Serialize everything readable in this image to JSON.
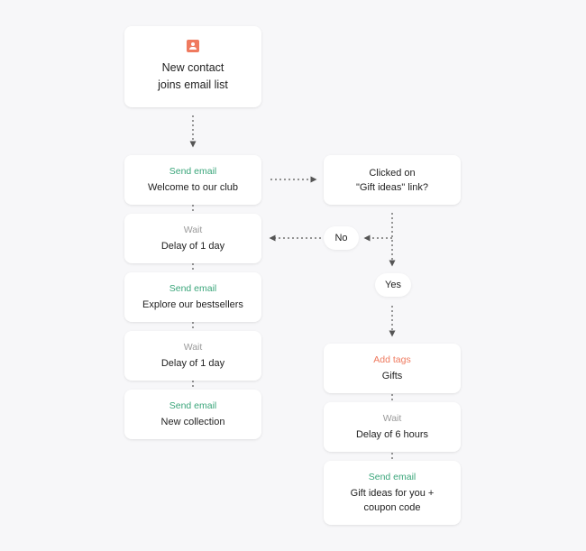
{
  "trigger": {
    "icon": "contact-card-icon",
    "line1": "New contact",
    "line2": "joins email list"
  },
  "left_flow": [
    {
      "type": "Send email",
      "title": "Welcome to our club",
      "kind": "send"
    },
    {
      "type": "Wait",
      "title": "Delay of 1 day",
      "kind": "wait"
    },
    {
      "type": "Send email",
      "title": "Explore our bestsellers",
      "kind": "send"
    },
    {
      "type": "Wait",
      "title": "Delay of 1 day",
      "kind": "wait"
    },
    {
      "type": "Send email",
      "title": "New collection",
      "kind": "send"
    }
  ],
  "condition": {
    "line1": "Clicked on",
    "line2": "\"Gift ideas\" link?",
    "no_label": "No",
    "yes_label": "Yes"
  },
  "right_flow": [
    {
      "type": "Add tags",
      "title": "Gifts",
      "kind": "tag"
    },
    {
      "type": "Wait",
      "title": "Delay of 6 hours",
      "kind": "wait"
    },
    {
      "type": "Send email",
      "title_line1": "Gift ideas for you +",
      "title_line2": "coupon code",
      "kind": "send"
    }
  ],
  "colors": {
    "background": "#f7f7f9",
    "send_email": "#3aa57a",
    "wait": "#9a9a9a",
    "add_tags": "#ef7a5f",
    "icon": "#ef7a5f",
    "connector": "#555555"
  }
}
